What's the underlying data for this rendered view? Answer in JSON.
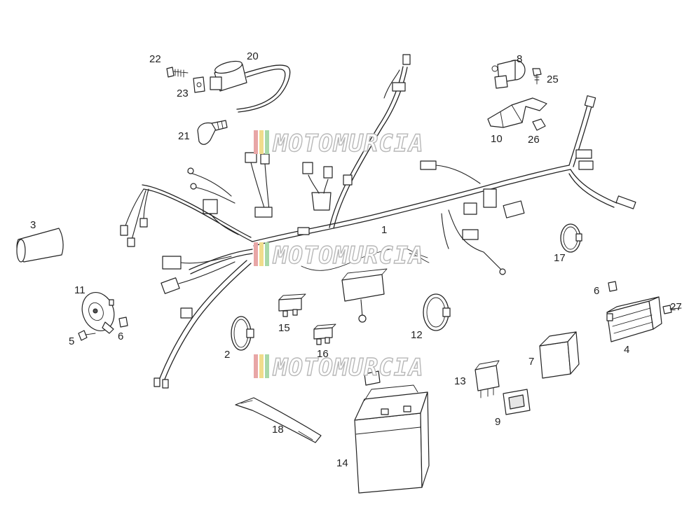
{
  "diagram": {
    "parts": [
      {
        "id": "wiring-harness",
        "label": "1"
      },
      {
        "id": "cable-clamp-left",
        "label": "2"
      },
      {
        "id": "grip-cover",
        "label": "3"
      },
      {
        "id": "voltage-regulator",
        "label": "4"
      },
      {
        "id": "horn-screw",
        "label": "5"
      },
      {
        "id": "horn-nut",
        "label": "6"
      },
      {
        "id": "regulator-nut",
        "label": "6"
      },
      {
        "id": "relay-box",
        "label": "7"
      },
      {
        "id": "starter-relay",
        "label": "8"
      },
      {
        "id": "relay-socket",
        "label": "9"
      },
      {
        "id": "relay-bracket",
        "label": "10"
      },
      {
        "id": "horn",
        "label": "11"
      },
      {
        "id": "cable-clamp-center",
        "label": "12"
      },
      {
        "id": "flasher-relay",
        "label": "13"
      },
      {
        "id": "battery",
        "label": "14"
      },
      {
        "id": "fuse-large",
        "label": "15"
      },
      {
        "id": "fuse-small",
        "label": "16"
      },
      {
        "id": "cable-clamp-right",
        "label": "17"
      },
      {
        "id": "battery-strap",
        "label": "18"
      },
      {
        "id": "ignition-coil",
        "label": "20"
      },
      {
        "id": "spark-plug-cap",
        "label": "21"
      },
      {
        "id": "coil-screw",
        "label": "22"
      },
      {
        "id": "coil-clip-nut",
        "label": "23"
      },
      {
        "id": "relay-screw",
        "label": "25"
      },
      {
        "id": "relay-nut",
        "label": "26"
      },
      {
        "id": "regulator-screw",
        "label": "27"
      }
    ]
  },
  "watermark": {
    "text": "MOTOMURCIA",
    "stripe_colors": [
      "#e8a6a6",
      "#f0dc8c",
      "#a8d8a8"
    ]
  }
}
